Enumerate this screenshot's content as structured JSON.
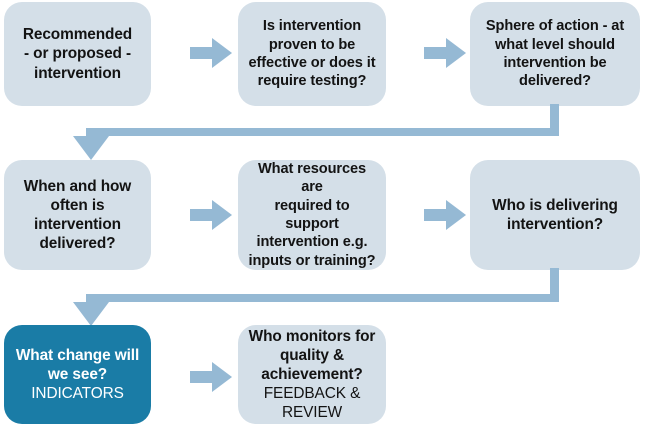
{
  "diagram": {
    "title": "Intervention planning flowchart",
    "colors": {
      "box_light": "#d4dfe8",
      "box_highlight": "#1a7ca6",
      "arrow": "#95b9d4",
      "text_dark": "#131313",
      "text_light": "#ffffff",
      "background": "#ffffff"
    },
    "nodes": [
      {
        "id": "recommended-intervention",
        "row": 1,
        "column": 1,
        "style": "light",
        "lines": [
          "Recommended",
          "- or proposed -",
          "intervention"
        ]
      },
      {
        "id": "intervention-proven",
        "row": 1,
        "column": 2,
        "style": "light",
        "lines": [
          "Is intervention",
          "proven to be",
          "effective or does it",
          "require testing?"
        ]
      },
      {
        "id": "sphere-of-action",
        "row": 1,
        "column": 3,
        "style": "light",
        "lines": [
          "Sphere of action - at",
          "what level should",
          "intervention be",
          "delivered?"
        ]
      },
      {
        "id": "when-and-how-often",
        "row": 2,
        "column": 1,
        "style": "light",
        "lines": [
          "When and how",
          "often is",
          "intervention",
          "delivered?"
        ]
      },
      {
        "id": "what-resources",
        "row": 2,
        "column": 2,
        "style": "light",
        "lines": [
          "What resources are",
          "required to support",
          "intervention e.g.",
          "inputs or training?"
        ]
      },
      {
        "id": "who-is-delivering",
        "row": 2,
        "column": 3,
        "style": "light",
        "lines": [
          "Who is delivering",
          "intervention?"
        ]
      },
      {
        "id": "what-change-indicators",
        "row": 3,
        "column": 1,
        "style": "highlight",
        "lines": [
          "What change will",
          "we see?",
          "INDICATORS"
        ]
      },
      {
        "id": "who-monitors-feedback",
        "row": 3,
        "column": 2,
        "style": "light",
        "lines": [
          "Who monitors for",
          "quality &",
          "achievement?",
          "FEEDBACK & REVIEW"
        ]
      }
    ],
    "connectors": [
      {
        "id": "arrow-r1c1-to-r1c2",
        "type": "straight-right"
      },
      {
        "id": "arrow-r1c2-to-r1c3",
        "type": "straight-right"
      },
      {
        "id": "arrow-r1c3-to-r2c1",
        "type": "elbow-down-left-down"
      },
      {
        "id": "arrow-r2c1-to-r2c2",
        "type": "straight-right"
      },
      {
        "id": "arrow-r2c2-to-r2c3",
        "type": "straight-right"
      },
      {
        "id": "arrow-r2c3-to-r3c1",
        "type": "elbow-down-left-down"
      },
      {
        "id": "arrow-r3c1-to-r3c2",
        "type": "straight-right"
      }
    ]
  }
}
